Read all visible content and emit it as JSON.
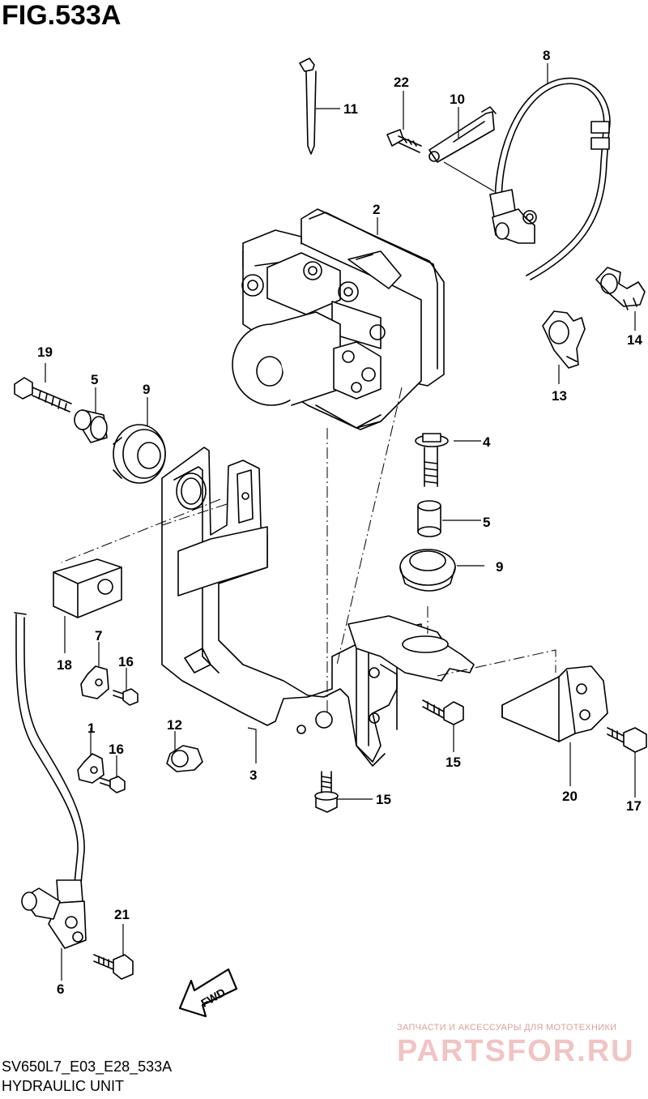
{
  "figure": {
    "title": "FIG.533A",
    "code": "SV650L7_E03_E28_533A",
    "name": "HYDRAULIC UNIT"
  },
  "callouts": [
    {
      "key": "p1",
      "label": "1"
    },
    {
      "key": "p2",
      "label": "2"
    },
    {
      "key": "p3",
      "label": "3"
    },
    {
      "key": "p4",
      "label": "4"
    },
    {
      "key": "p5a",
      "label": "5"
    },
    {
      "key": "p5b",
      "label": "5"
    },
    {
      "key": "p6",
      "label": "6"
    },
    {
      "key": "p7",
      "label": "7"
    },
    {
      "key": "p8",
      "label": "8"
    },
    {
      "key": "p9a",
      "label": "9"
    },
    {
      "key": "p9b",
      "label": "9"
    },
    {
      "key": "p10",
      "label": "10"
    },
    {
      "key": "p11",
      "label": "11"
    },
    {
      "key": "p12",
      "label": "12"
    },
    {
      "key": "p13",
      "label": "13"
    },
    {
      "key": "p14",
      "label": "14"
    },
    {
      "key": "p15a",
      "label": "15"
    },
    {
      "key": "p15b",
      "label": "15"
    },
    {
      "key": "p16a",
      "label": "16"
    },
    {
      "key": "p16b",
      "label": "16"
    },
    {
      "key": "p17",
      "label": "17"
    },
    {
      "key": "p18",
      "label": "18"
    },
    {
      "key": "p19",
      "label": "19"
    },
    {
      "key": "p20",
      "label": "20"
    },
    {
      "key": "p21",
      "label": "21"
    },
    {
      "key": "p22",
      "label": "22"
    }
  ],
  "direction_arrow": {
    "label": "FWD"
  },
  "watermark": {
    "line1": "ЗАПЧАСТИ И АКСЕССУАРЫ ДЛЯ МОТОТЕХНИКИ",
    "line2": "PARTSFOR.RU"
  },
  "colors": {
    "ink": "#000000",
    "paper": "#ffffff",
    "watermark": "#e8b4b4"
  }
}
